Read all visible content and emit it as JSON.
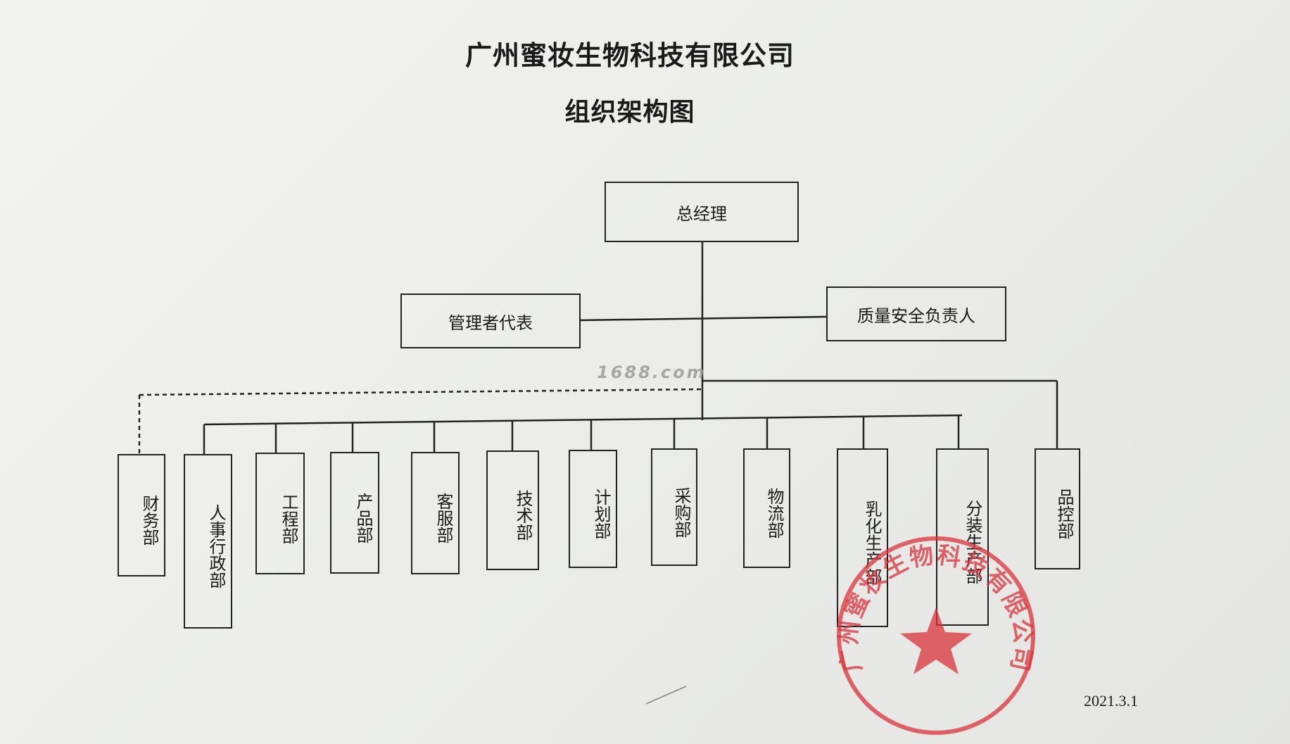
{
  "header": {
    "company": "广州蜜妆生物科技有限公司",
    "chart_title": "组织架构图"
  },
  "nodes": {
    "gm": "总经理",
    "mgmt_rep": "管理者代表",
    "quality_safety": "质量安全负责人"
  },
  "departments": [
    "财务部",
    "人事行政部",
    "工程部",
    "产品部",
    "客服部",
    "技术部",
    "计划部",
    "采购部",
    "物流部",
    "乳化生产部",
    "分装生产部",
    "品控部"
  ],
  "watermark": "1688.com",
  "stamp": {
    "text": "广州蜜妆生物科技有限公司",
    "color": "#d9333a"
  },
  "date": "2021.3.1"
}
